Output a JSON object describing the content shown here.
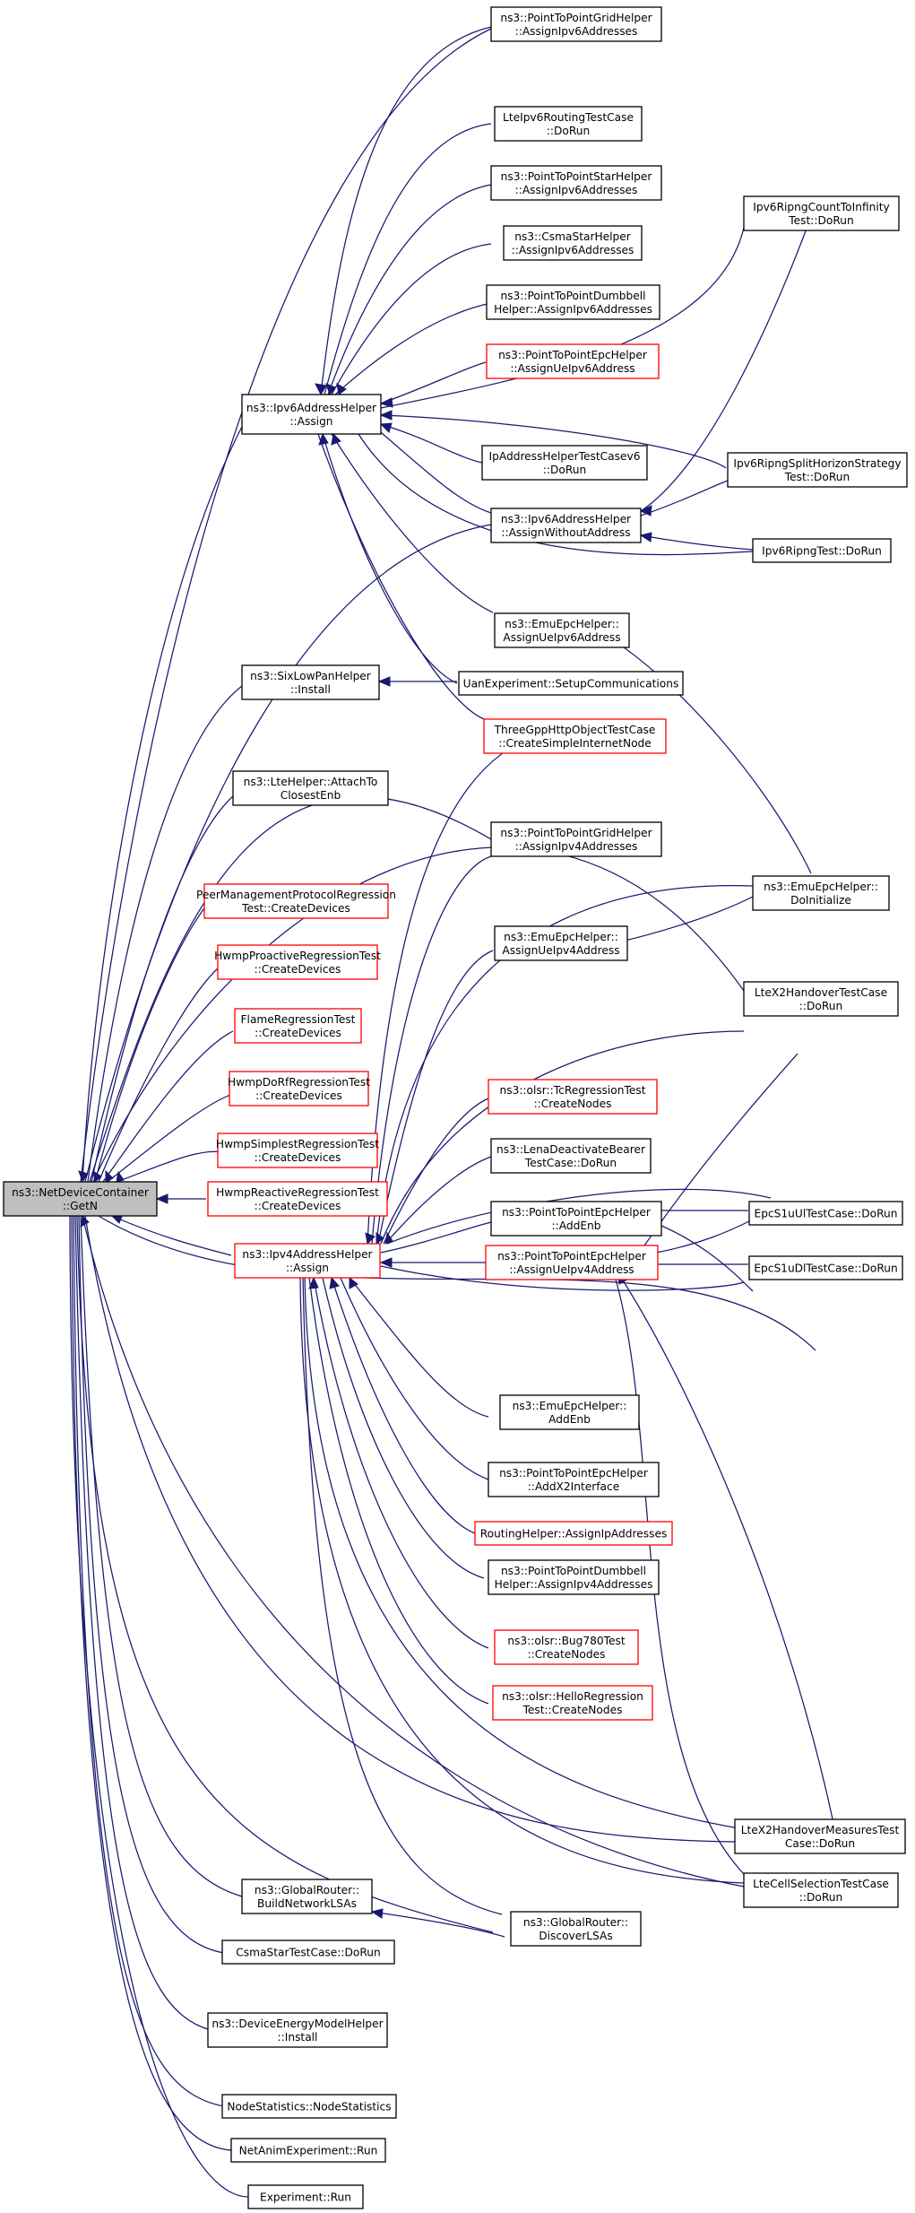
{
  "graph": {
    "colors": {
      "edge": "#191970",
      "red_border": "#ff0000",
      "root_fill": "#bfbfbf"
    },
    "nodes": [
      {
        "id": "root",
        "lines": [
          "ns3::NetDeviceContainer",
          "::GetN"
        ],
        "style": "root"
      },
      {
        "id": "ipv6assign",
        "lines": [
          "ns3::Ipv6AddressHelper",
          "::Assign"
        ]
      },
      {
        "id": "sixlowpan",
        "lines": [
          "ns3::SixLowPanHelper",
          "::Install"
        ]
      },
      {
        "id": "ltehelper",
        "lines": [
          "ns3::LteHelper::AttachTo",
          "ClosestEnb"
        ]
      },
      {
        "id": "peermgmt",
        "lines": [
          "PeerManagementProtocolRegression",
          "Test::CreateDevices"
        ],
        "style": "red"
      },
      {
        "id": "hwmpproactive",
        "lines": [
          "HwmpProactiveRegressionTest",
          "::CreateDevices"
        ],
        "style": "red"
      },
      {
        "id": "flame",
        "lines": [
          "FlameRegressionTest",
          "::CreateDevices"
        ],
        "style": "red"
      },
      {
        "id": "hwmpdorf",
        "lines": [
          "HwmpDoRfRegressionTest",
          "::CreateDevices"
        ],
        "style": "red"
      },
      {
        "id": "hwmpsimplest",
        "lines": [
          "HwmpSimplestRegressionTest",
          "::CreateDevices"
        ],
        "style": "red"
      },
      {
        "id": "hwmpreactive",
        "lines": [
          "HwmpReactiveRegressionTest",
          "::CreateDevices"
        ],
        "style": "red"
      },
      {
        "id": "ipv4assign",
        "lines": [
          "ns3::Ipv4AddressHelper",
          "::Assign"
        ],
        "style": "red"
      },
      {
        "id": "globalbuild",
        "lines": [
          "ns3::GlobalRouter::",
          "BuildNetworkLSAs"
        ]
      },
      {
        "id": "csmastartest",
        "lines": [
          "CsmaStarTestCase::DoRun"
        ]
      },
      {
        "id": "deviceenergy",
        "lines": [
          "ns3::DeviceEnergyModelHelper",
          "::Install"
        ]
      },
      {
        "id": "nodestats",
        "lines": [
          "NodeStatistics::NodeStatistics"
        ]
      },
      {
        "id": "netanim",
        "lines": [
          "NetAnimExperiment::Run"
        ]
      },
      {
        "id": "experiment",
        "lines": [
          "Experiment::Run"
        ]
      },
      {
        "id": "p2pgrid6",
        "lines": [
          "ns3::PointToPointGridHelper",
          "::AssignIpv6Addresses"
        ]
      },
      {
        "id": "lteipv6",
        "lines": [
          "LteIpv6RoutingTestCase",
          "::DoRun"
        ]
      },
      {
        "id": "p2pstar6",
        "lines": [
          "ns3::PointToPointStarHelper",
          "::AssignIpv6Addresses"
        ]
      },
      {
        "id": "csmastar6",
        "lines": [
          "ns3::CsmaStarHelper",
          "::AssignIpv6Addresses"
        ]
      },
      {
        "id": "p2pdumbbell6",
        "lines": [
          "ns3::PointToPointDumbbell",
          "Helper::AssignIpv6Addresses"
        ]
      },
      {
        "id": "p2pepcue6",
        "lines": [
          "ns3::PointToPointEpcHelper",
          "::AssignUeIpv6Address"
        ],
        "style": "red"
      },
      {
        "id": "ipaddrtest6",
        "lines": [
          "IpAddressHelperTestCasev6",
          "::DoRun"
        ]
      },
      {
        "id": "assignwithout",
        "lines": [
          "ns3::Ipv6AddressHelper",
          "::AssignWithoutAddress"
        ]
      },
      {
        "id": "emuue6",
        "lines": [
          "ns3::EmuEpcHelper::",
          "AssignUeIpv6Address"
        ]
      },
      {
        "id": "uansetup",
        "lines": [
          "UanExperiment::SetupCommunications"
        ]
      },
      {
        "id": "threegpp",
        "lines": [
          "ThreeGppHttpObjectTestCase",
          "::CreateSimpleInternetNode"
        ],
        "style": "red"
      },
      {
        "id": "p2pgrid4",
        "lines": [
          "ns3::PointToPointGridHelper",
          "::AssignIpv4Addresses"
        ]
      },
      {
        "id": "emuue4",
        "lines": [
          "ns3::EmuEpcHelper::",
          "AssignUeIpv4Address"
        ]
      },
      {
        "id": "olsrtc",
        "lines": [
          "ns3::olsr::TcRegressionTest",
          "::CreateNodes"
        ],
        "style": "red"
      },
      {
        "id": "lenadeact",
        "lines": [
          "ns3::LenaDeactivateBearer",
          "TestCase::DoRun"
        ]
      },
      {
        "id": "p2pepcaddenb",
        "lines": [
          "ns3::PointToPointEpcHelper",
          "::AddEnb"
        ]
      },
      {
        "id": "p2pepcue4",
        "lines": [
          "ns3::PointToPointEpcHelper",
          "::AssignUeIpv4Address"
        ],
        "style": "red"
      },
      {
        "id": "emuaddenb",
        "lines": [
          "ns3::EmuEpcHelper::",
          "AddEnb"
        ]
      },
      {
        "id": "p2pepcx2",
        "lines": [
          "ns3::PointToPointEpcHelper",
          "::AddX2Interface"
        ]
      },
      {
        "id": "routinghelper",
        "lines": [
          "RoutingHelper::AssignIpAddresses"
        ],
        "style": "red"
      },
      {
        "id": "p2pdumbbell4",
        "lines": [
          "ns3::PointToPointDumbbell",
          "Helper::AssignIpv4Addresses"
        ]
      },
      {
        "id": "olsrbug780",
        "lines": [
          "ns3::olsr::Bug780Test",
          "::CreateNodes"
        ],
        "style": "red"
      },
      {
        "id": "olsrhello",
        "lines": [
          "ns3::olsr::HelloRegression",
          "Test::CreateNodes"
        ],
        "style": "red"
      },
      {
        "id": "globaldiscover",
        "lines": [
          "ns3::GlobalRouter::",
          "DiscoverLSAs"
        ]
      },
      {
        "id": "ripngcount",
        "lines": [
          "Ipv6RipngCountToInfinity",
          "Test::DoRun"
        ]
      },
      {
        "id": "ripngsplit",
        "lines": [
          "Ipv6RipngSplitHorizonStrategy",
          "Test::DoRun"
        ]
      },
      {
        "id": "ripngtest",
        "lines": [
          "Ipv6RipngTest::DoRun"
        ]
      },
      {
        "id": "emuinit",
        "lines": [
          "ns3::EmuEpcHelper::",
          "DoInitialize"
        ]
      },
      {
        "id": "ltex2",
        "lines": [
          "LteX2HandoverTestCase",
          "::DoRun"
        ]
      },
      {
        "id": "epcul",
        "lines": [
          "EpcS1uUlTestCase::DoRun"
        ]
      },
      {
        "id": "epcdl",
        "lines": [
          "EpcS1uDlTestCase::DoRun"
        ]
      },
      {
        "id": "ltex2meas",
        "lines": [
          "LteX2HandoverMeasuresTest",
          "Case::DoRun"
        ]
      },
      {
        "id": "ltecellsel",
        "lines": [
          "LteCellSelectionTestCase",
          "::DoRun"
        ]
      }
    ]
  }
}
